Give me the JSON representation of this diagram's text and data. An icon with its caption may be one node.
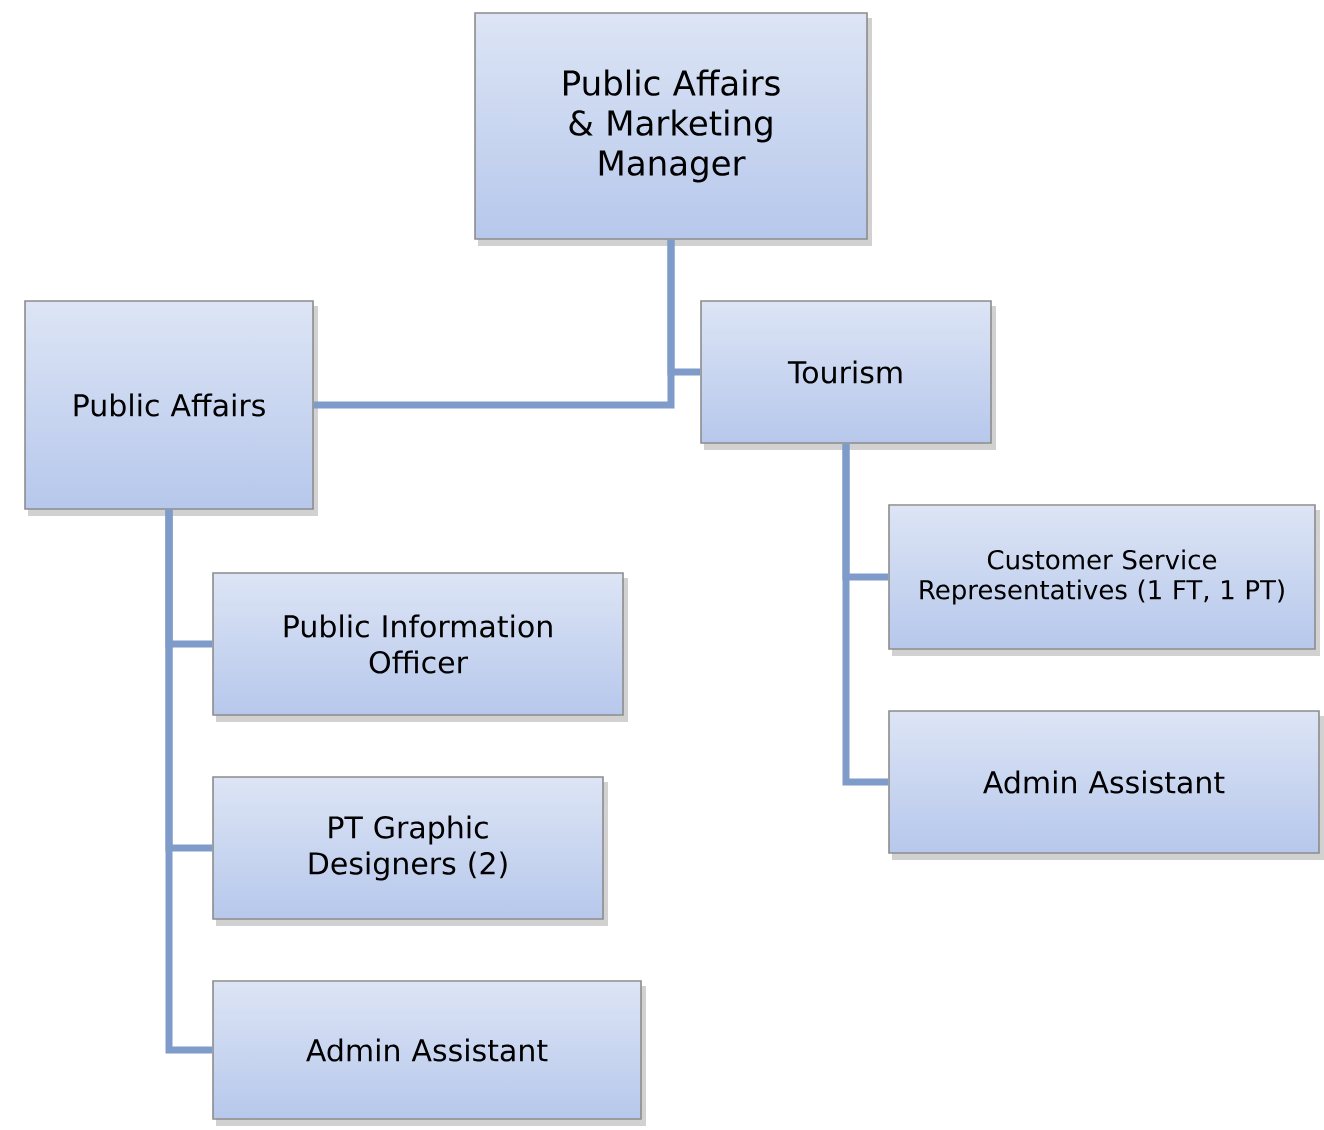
{
  "diagram": {
    "nodes": [
      {
        "text": [
          "Public Affairs & Marketing Manager"
        ]
      },
      {
        "text": [
          "Public Affairs"
        ]
      },
      {
        "text": [
          "Tourism"
        ]
      },
      {
        "text": [
          "Public Information Officer"
        ]
      },
      {
        "text": [
          "PT Graphic Designers (2)"
        ]
      },
      {
        "text": [
          "Admin Assistant"
        ]
      },
      {
        "text": [
          "Customer Service Representatives (1 FT, 1 PT)"
        ]
      },
      {
        "text": [
          "Admin Assistant"
        ]
      }
    ],
    "edges": [
      {
        "from": 0,
        "to": 1,
        "arrow": "none"
      },
      {
        "from": 0,
        "to": 2,
        "arrow": "none"
      },
      {
        "from": 1,
        "to": 3,
        "arrow": "none"
      },
      {
        "from": 1,
        "to": 4,
        "arrow": "none"
      },
      {
        "from": 1,
        "to": 5,
        "arrow": "none"
      },
      {
        "from": 2,
        "to": 6,
        "arrow": "none"
      },
      {
        "from": 2,
        "to": 7,
        "arrow": "none"
      }
    ]
  }
}
